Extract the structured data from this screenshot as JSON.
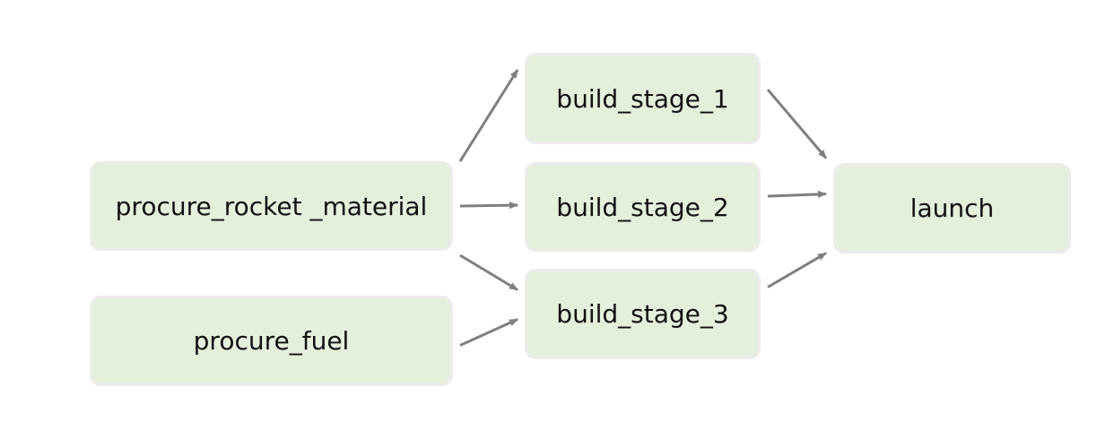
{
  "nodes": {
    "procure_rocket_material": "procure_rocket _material",
    "procure_fuel": "procure_fuel",
    "build_stage_1": "build_stage_1",
    "build_stage_2": "build_stage_2",
    "build_stage_3": "build_stage_3",
    "launch": "launch"
  },
  "edges": [
    {
      "from": "procure_rocket_material",
      "to": "build_stage_1"
    },
    {
      "from": "procure_rocket_material",
      "to": "build_stage_2"
    },
    {
      "from": "procure_rocket_material",
      "to": "build_stage_3"
    },
    {
      "from": "procure_fuel",
      "to": "build_stage_3"
    },
    {
      "from": "build_stage_1",
      "to": "launch"
    },
    {
      "from": "build_stage_2",
      "to": "launch"
    },
    {
      "from": "build_stage_3",
      "to": "launch"
    }
  ],
  "colors": {
    "node_fill": "#e4efdc",
    "node_border": "#ececec",
    "edge": "#7f7f7f",
    "text": "#111111"
  }
}
